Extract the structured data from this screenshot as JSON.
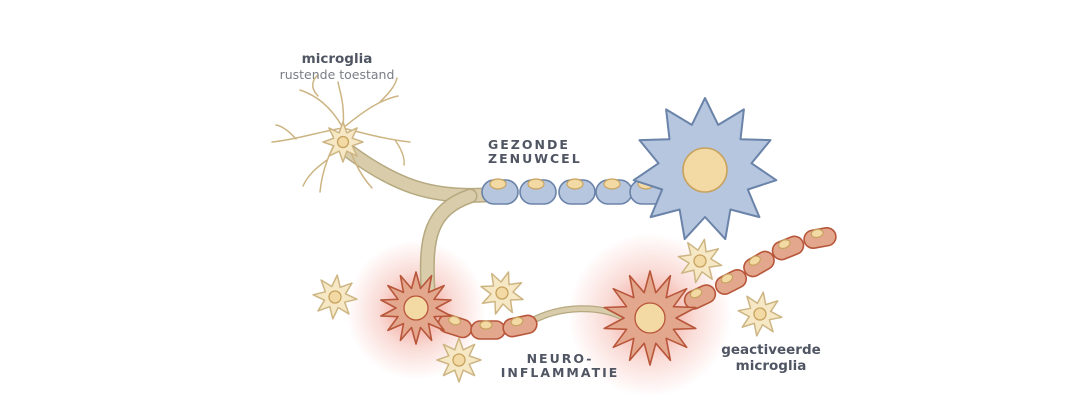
{
  "labels": {
    "resting_microglia": {
      "title": "microglia",
      "subtitle": "rustende toestand"
    },
    "healthy_neuron": {
      "line1": "GEZONDE",
      "line2": "ZENUWCEL"
    },
    "neuroinflammation": {
      "line1": "NEURO-",
      "line2": "INFLAMMATIE"
    },
    "activated_microglia": {
      "line1": "geactiveerde",
      "line2": "microglia"
    }
  },
  "colors": {
    "healthy_fill": "#b7c6df",
    "healthy_stroke": "#6a83a8",
    "nucleus_fill": "#f3d9a4",
    "nucleus_stroke": "#c7a35f",
    "microglia_fill": "#f6e8c4",
    "microglia_stroke": "#cdb583",
    "axon_fill": "#d8ccab",
    "axon_stroke": "#b6a97f",
    "inflamed_fill": "#e3a78e",
    "inflamed_stroke": "#b8563a",
    "glow": "#e23b20",
    "text": "#4f5562"
  }
}
